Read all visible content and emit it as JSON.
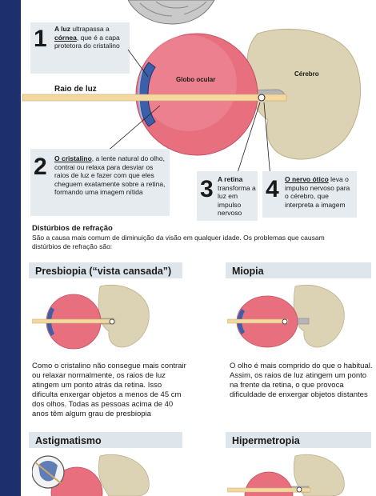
{
  "top": {
    "step1": {
      "number": "1",
      "bold": "A luz",
      "text1": " ultrapassa a",
      "bold2": "córnea",
      "text2": ", que é a capa protetora do cristalino"
    },
    "label_globe": "Globo ocular",
    "label_brain": "Cérebro",
    "label_ray": "Raio de luz",
    "step2": {
      "number": "2",
      "bold": "O cristalino",
      "text": ", a lente natural do olho, contrai ou relaxa para desviar os raios de luz e fazer com que eles cheguem exatamente sobre a retina, formando uma imagem nítida"
    },
    "step3": {
      "number": "3",
      "bold": "A retina",
      "text": " transforma a luz em impulso nervoso"
    },
    "step4": {
      "number": "4",
      "bold": "O nervo ótico",
      "text": " leva o impulso nervoso para o cérebro, que interpreta a imagem"
    }
  },
  "refraction": {
    "title": "Distúrbios de refração",
    "intro": "São a causa mais comum de diminuição da visão em qualquer idade. Os problemas que causam distúrbios de refração são:"
  },
  "disorders": [
    {
      "title": "Presbiopia (“vista cansada”)",
      "text": "Como o cristalino não consegue mais contrair ou relaxar normalmente, os raios de luz atingem um ponto atrás da retina. Isso dificulta enxergar objetos a menos de 45 cm dos olhos. Todas as pessoas acima de 40 anos têm algum grau de presbiopia"
    },
    {
      "title": "Miopia",
      "text": "O olho é mais comprido do que o habitual. Assim, os raios de luz atingem um ponto na frente da retina, o que provoca dificuldade de enxergar objetos distantes"
    },
    {
      "title": "Astigmatismo",
      "text": ""
    },
    {
      "title": "Hipermetropia",
      "text": ""
    }
  ],
  "colors": {
    "navy": "#1e2f6e",
    "eye_pink": "#e8707e",
    "brain_tan": "#dcd2b4",
    "ray": "#f3d9a0",
    "header_bg": "#dfe6eb"
  }
}
